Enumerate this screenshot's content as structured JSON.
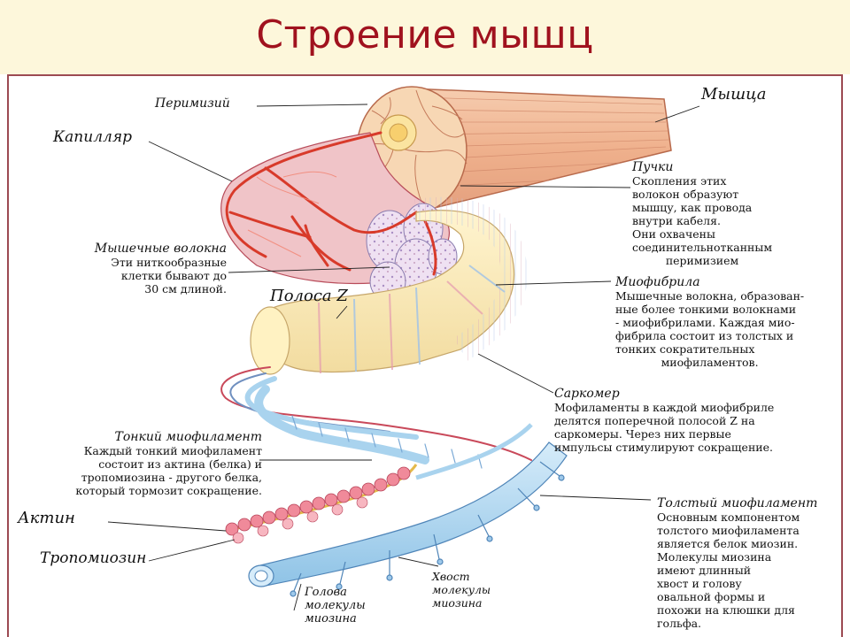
{
  "title": "Строение мышц",
  "labels": {
    "perimysium": "Перимизий",
    "muscle": "Мышца",
    "capillary": "Капилляр",
    "bundles": {
      "heading": "Пучки",
      "lines": [
        "Скопления этих",
        "волокон образуют",
        "мышцу, как провода",
        "внутри кабеля.",
        "Они охвачены",
        "соединительнотканным",
        "перимизием"
      ]
    },
    "muscle_fibers": {
      "heading": "Мышечные волокна",
      "lines": [
        "Эти ниткообразные",
        "клетки бывают до",
        "30 см длиной."
      ]
    },
    "z_band": "Полоса Z",
    "myofibril": {
      "heading": "Миофибрила",
      "lines": [
        "Мышечные волокна, образован-",
        "ные более тонкими волокнами",
        "- миофибрилами. Каждая мио-",
        "фибрила состоит из толстых и",
        "тонких сократительных",
        "миофиламентов."
      ]
    },
    "sarcomere": {
      "heading": "Саркомер",
      "lines": [
        "Мофиламенты в каждой миофибриле",
        "делятся поперечной полосой Z на",
        "саркомеры. Через них первые",
        "импульсы стимулируют сокращение."
      ]
    },
    "thin_filament": {
      "heading": "Тонкий миофиламент",
      "lines": [
        "Каждый тонкий миофиламент",
        "состоит из актина (белка) и",
        "тропомиозина - другого белка,",
        "который тормозит сокращение."
      ]
    },
    "actin": "Актин",
    "tropomyosin": "Тропомиозин",
    "thick_filament": {
      "heading": "Толстый миофиламент",
      "lines": [
        "Основным компонентом",
        "толстого миофиламента",
        "является белок миозин.",
        "Молекулы миозина",
        "имеют длинный",
        "хвост и голову",
        "овальной формы и",
        "похожи на клюшки для",
        "гольфа."
      ]
    },
    "myosin_tail": {
      "lines": [
        "Хвост",
        "молекулы",
        "миозина"
      ]
    },
    "myosin_head": {
      "lines": [
        "Голова",
        "молекулы",
        "миозина"
      ]
    }
  },
  "colors": {
    "title": "#a0121e",
    "title_band": "#fdf7db",
    "frame": "#9c4a52",
    "muscle": "#f2b793",
    "capillary": "#d83a2a",
    "myofibril": "#fbe9b5",
    "filament": "#a9d3ee"
  }
}
